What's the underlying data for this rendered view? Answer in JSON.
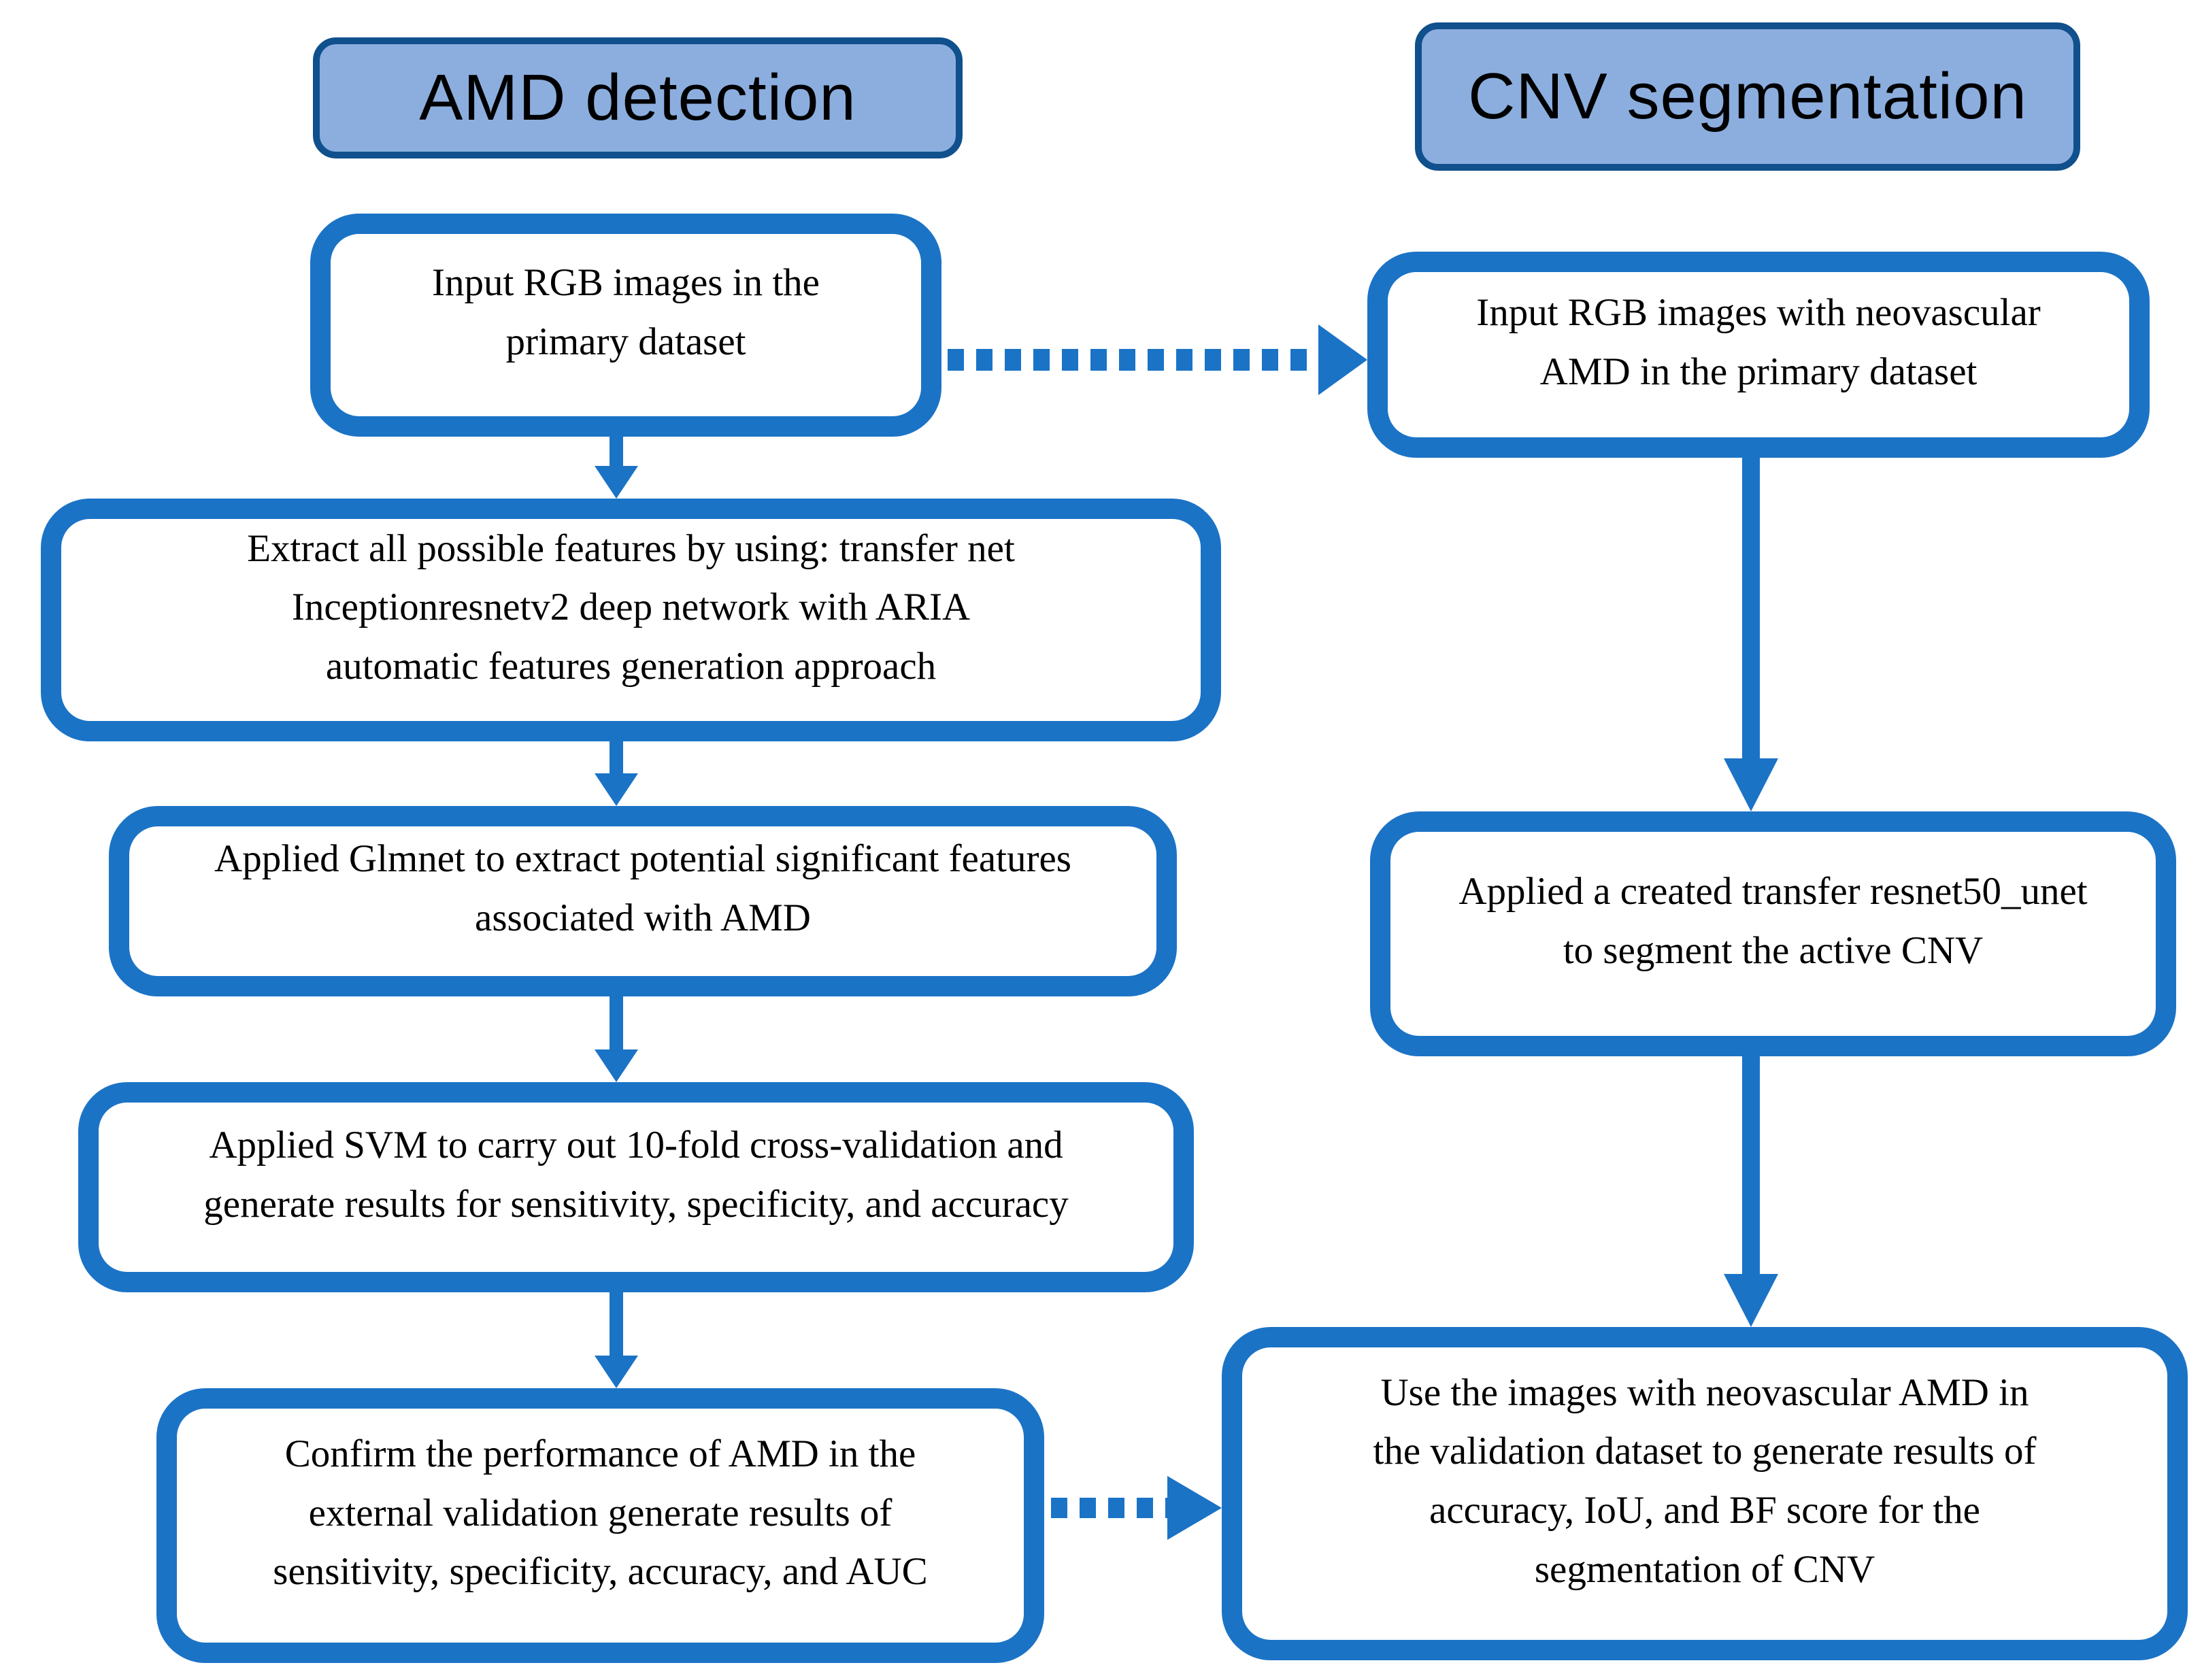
{
  "colors": {
    "blue": "#1b73c6",
    "hdr-fill": "#8caedf",
    "hdr-border": "#10508c",
    "ink": "#000000",
    "background": "#ffffff"
  },
  "headers": {
    "amd": "AMD detection",
    "cnv": "CNV segmentation"
  },
  "boxes": {
    "l1": {
      "text": "Input RGB images in the\nprimary dataset"
    },
    "l2": {
      "text": "Extract all possible features by using: transfer net\nInceptionresnetv2 deep network with ARIA\nautomatic features generation approach"
    },
    "l3": {
      "text": "Applied Glmnet to extract potential significant features\nassociated with AMD"
    },
    "l4": {
      "text": "Applied SVM to carry out 10-fold cross-validation and\ngenerate results for sensitivity, specificity, and accuracy"
    },
    "l5": {
      "text": "Confirm the performance of AMD in the\nexternal validation generate results of\nsensitivity, specificity, accuracy, and AUC"
    },
    "r1": {
      "text": "Input RGB images with neovascular\nAMD in the primary dataset"
    },
    "r2": {
      "text": "Applied a created transfer resnet50_unet\nto segment the active CNV"
    },
    "r3": {
      "text": "Use the images with neovascular AMD in\nthe validation dataset to generate results of\naccuracy, IoU, and BF score for the\nsegmentation of CNV"
    }
  },
  "edges": [
    {
      "from": "l1",
      "to": "l2",
      "style": "solid"
    },
    {
      "from": "l2",
      "to": "l3",
      "style": "solid"
    },
    {
      "from": "l3",
      "to": "l4",
      "style": "solid"
    },
    {
      "from": "l4",
      "to": "l5",
      "style": "solid"
    },
    {
      "from": "r1",
      "to": "r2",
      "style": "solid"
    },
    {
      "from": "r2",
      "to": "r3",
      "style": "solid"
    },
    {
      "from": "l1",
      "to": "r1",
      "style": "dashed"
    },
    {
      "from": "l5",
      "to": "r3",
      "style": "dashed"
    }
  ]
}
